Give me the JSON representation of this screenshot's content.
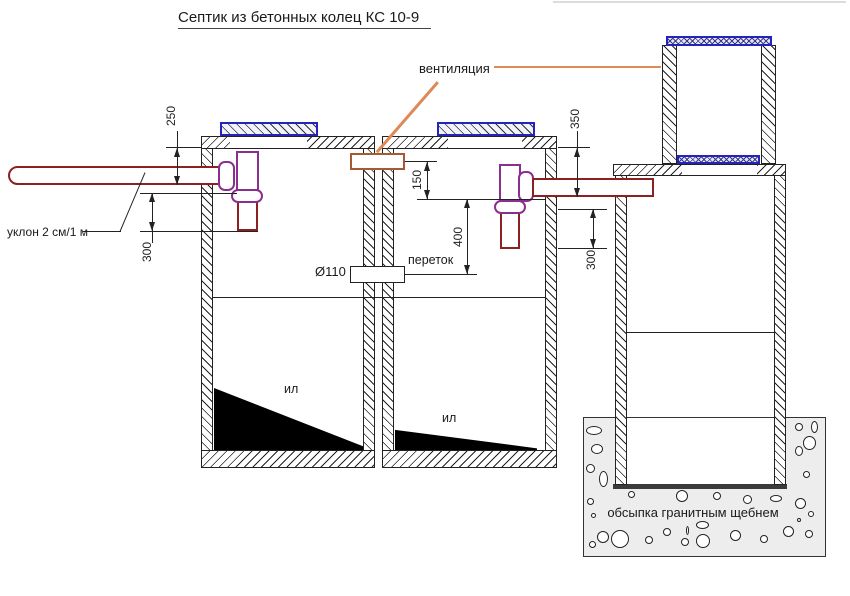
{
  "title": "Септик из бетонных колец КС 10-9",
  "labels": {
    "ventilation": "вентиляция",
    "slope": "уклон 2 см/1 м",
    "overflow": "переток",
    "diameter": "Ø110",
    "sludge": "ил",
    "backfill": "обсыпка гранитным щебнем"
  },
  "dims": {
    "d250": "250",
    "d300_left": "300",
    "d150": "150",
    "d400": "400",
    "d350": "350",
    "d300_right": "300"
  },
  "colors": {
    "pipe_red": "#8b2121",
    "fitting_purple": "#8b2f8f",
    "lid_blue": "#2424bd",
    "vent_orange": "#dd8a58",
    "gravel_gray": "#ededed",
    "sludge_black": "#000000"
  },
  "gravel": {
    "stones": [
      [
        586,
        426,
        16,
        9
      ],
      [
        591,
        444,
        12,
        10
      ],
      [
        586,
        464,
        9,
        9
      ],
      [
        599,
        471,
        9,
        16
      ],
      [
        587,
        498,
        7,
        7
      ],
      [
        591,
        513,
        5,
        5
      ],
      [
        597,
        531,
        12,
        12
      ],
      [
        611,
        530,
        18,
        18
      ],
      [
        589,
        541,
        7,
        7
      ],
      [
        628,
        491,
        7,
        7
      ],
      [
        676,
        490,
        12,
        12
      ],
      [
        713,
        492,
        8,
        8
      ],
      [
        743,
        495,
        9,
        9
      ],
      [
        770,
        495,
        12,
        7
      ],
      [
        645,
        536,
        8,
        8
      ],
      [
        663,
        528,
        8,
        8
      ],
      [
        686,
        526,
        3,
        9
      ],
      [
        696,
        521,
        13,
        8
      ],
      [
        696,
        534,
        14,
        14
      ],
      [
        681,
        538,
        8,
        8
      ],
      [
        730,
        530,
        11,
        11
      ],
      [
        760,
        535,
        8,
        8
      ],
      [
        783,
        526,
        11,
        11
      ],
      [
        805,
        530,
        8,
        8
      ],
      [
        795,
        423,
        8,
        8
      ],
      [
        811,
        421,
        7,
        12
      ],
      [
        803,
        436,
        13,
        14
      ],
      [
        795,
        446,
        8,
        10
      ],
      [
        803,
        471,
        7,
        7
      ],
      [
        795,
        498,
        11,
        11
      ],
      [
        808,
        511,
        6,
        6
      ],
      [
        797,
        518,
        4,
        4
      ]
    ]
  }
}
